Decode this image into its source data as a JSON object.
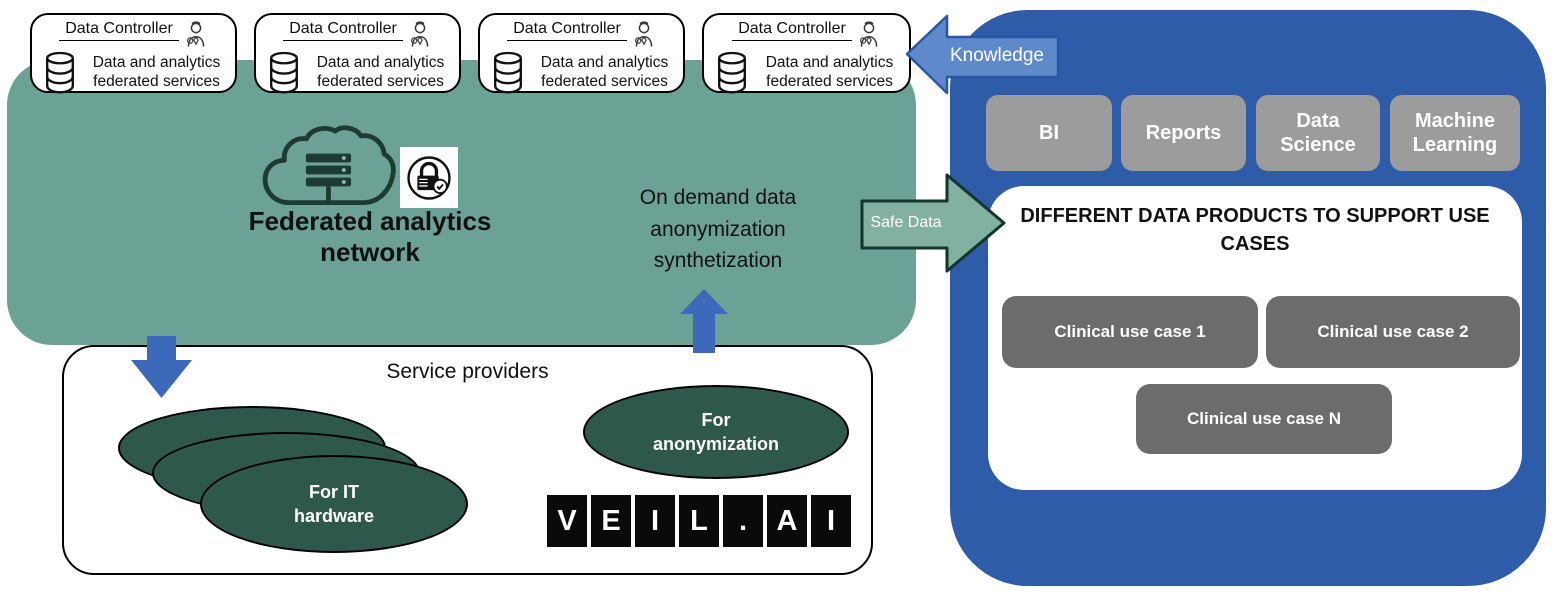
{
  "colors": {
    "teal": "#6CA295",
    "teal_arrow_fill": "#82B1A2",
    "teal_arrow_border": "#13352D",
    "green_ellipse": "#2E584C",
    "blue_panel": "#2E5CA8",
    "blue_arrow": "#3C69BA",
    "knowledge_fill": "#5E89CA",
    "knowledge_border": "#2A57A3",
    "gray_button": "#9C9C9C",
    "gray_usecase": "#6C6C6C",
    "ink": "#1E3B33"
  },
  "icons": {
    "person": "person-icon",
    "database": "database-icon",
    "cloud_server": "cloud-server-icon",
    "lock_check": "lock-check-icon"
  },
  "data_controller": {
    "title": "Data Controller",
    "subtitle": "Data and analytics\nfederated services"
  },
  "federated_network": {
    "title": "Federated analytics\nnetwork"
  },
  "on_demand_label": "On demand data\nanonymization\nsynthetization",
  "arrows": {
    "knowledge": "Knowledge",
    "safe_data": "Safe Data"
  },
  "service_providers": {
    "title": "Service providers",
    "it_hardware": "For IT\nhardware",
    "anonymization": "For\nanonymization",
    "veil_logo": [
      "V",
      "E",
      "I",
      "L",
      ".",
      "A",
      "I"
    ]
  },
  "analytics_tools": [
    "BI",
    "Reports",
    "Data Science",
    "Machine Learning"
  ],
  "data_products": {
    "title": "DIFFERENT DATA PRODUCTS TO SUPPORT USE CASES",
    "use_cases": [
      "Clinical use case 1",
      "Clinical use case 2",
      "Clinical use case N"
    ]
  }
}
